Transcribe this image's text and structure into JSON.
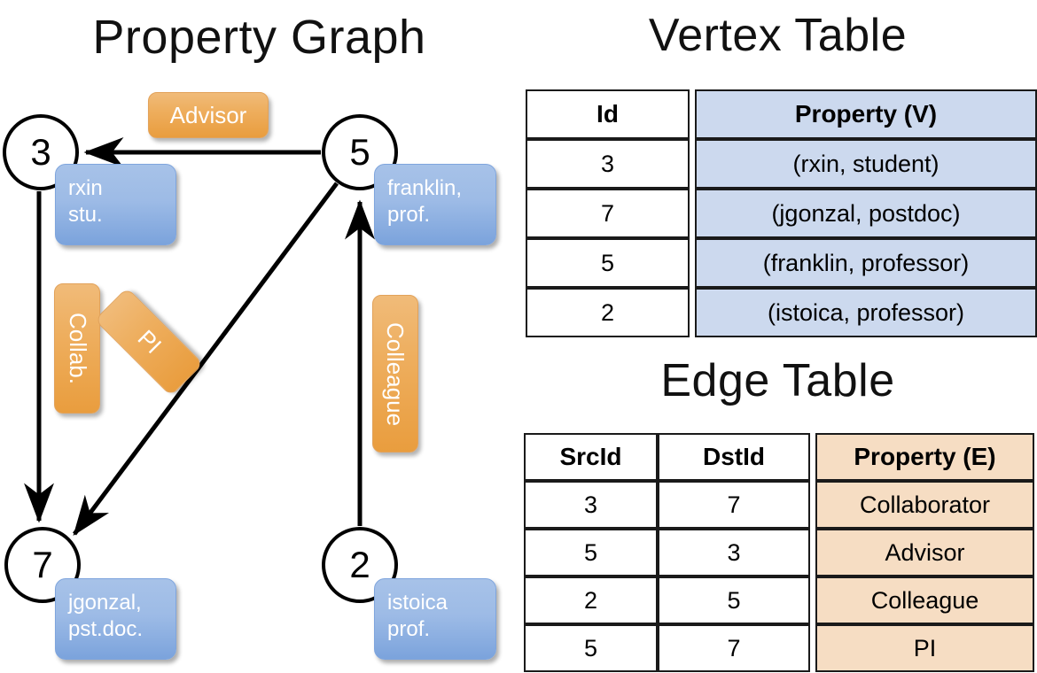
{
  "titles": {
    "property_graph": "Property Graph",
    "vertex_table": "Vertex Table",
    "edge_table": "Edge Table"
  },
  "colors": {
    "node_fill": "#ffffff",
    "node_stroke": "#000000",
    "vertex_property_bg": "#ccd9ee",
    "edge_property_bg": "#f6ddc3",
    "blue_box": "#9dbbe6",
    "orange_label": "#eeae5e",
    "background": "#ffffff"
  },
  "graph": {
    "nodes": [
      {
        "id": "3",
        "property_label": "rxin\nstu.",
        "line1": "rxin",
        "line2": "stu."
      },
      {
        "id": "5",
        "property_label": "franklin, prof.",
        "line1": "franklin,",
        "line2": "prof."
      },
      {
        "id": "7",
        "property_label": "jgonzal, pst.doc.",
        "line1": "jgonzal,",
        "line2": "pst.doc."
      },
      {
        "id": "2",
        "property_label": "istoica prof.",
        "line1": "istoica",
        "line2": "prof."
      }
    ],
    "edge_labels": [
      {
        "name": "advisor",
        "text": "Advisor",
        "orientation": "horizontal"
      },
      {
        "name": "collab",
        "text": "Collab.",
        "orientation": "vertical"
      },
      {
        "name": "pi",
        "text": "PI",
        "orientation": "diagonal"
      },
      {
        "name": "colleague",
        "text": "Colleague",
        "orientation": "vertical"
      }
    ],
    "edges": [
      {
        "src": "5",
        "dst": "3",
        "label": "Advisor"
      },
      {
        "src": "3",
        "dst": "7",
        "label": "Collab."
      },
      {
        "src": "5",
        "dst": "7",
        "label": "PI"
      },
      {
        "src": "2",
        "dst": "5",
        "label": "Colleague"
      }
    ]
  },
  "vertex_table": {
    "headers": [
      "Id",
      "Property (V)"
    ],
    "rows": [
      {
        "id": "3",
        "property": "(rxin, student)"
      },
      {
        "id": "7",
        "property": "(jgonzal, postdoc)"
      },
      {
        "id": "5",
        "property": "(franklin, professor)"
      },
      {
        "id": "2",
        "property": "(istoica, professor)"
      }
    ]
  },
  "edge_table": {
    "headers": [
      "SrcId",
      "DstId",
      "Property (E)"
    ],
    "rows": [
      {
        "src": "3",
        "dst": "7",
        "property": "Collaborator"
      },
      {
        "src": "5",
        "dst": "3",
        "property": "Advisor"
      },
      {
        "src": "2",
        "dst": "5",
        "property": "Colleague"
      },
      {
        "src": "5",
        "dst": "7",
        "property": "PI"
      }
    ]
  }
}
